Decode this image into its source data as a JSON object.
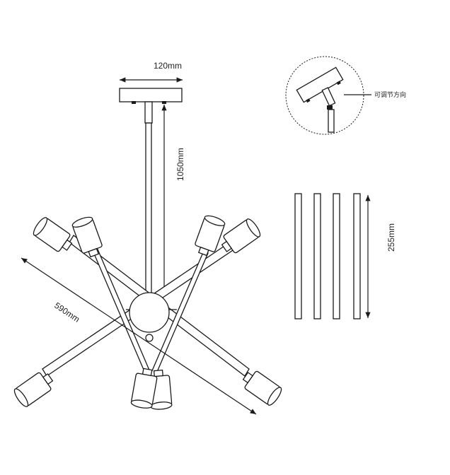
{
  "dimensions": {
    "canopy_width": "120mm",
    "rod_length": "1050mm",
    "span": "590mm",
    "extension_length": "255mm"
  },
  "detail": {
    "adjust_label": "可调节方向"
  },
  "colors": {
    "line": "#1a1a1a",
    "background": "#ffffff"
  }
}
